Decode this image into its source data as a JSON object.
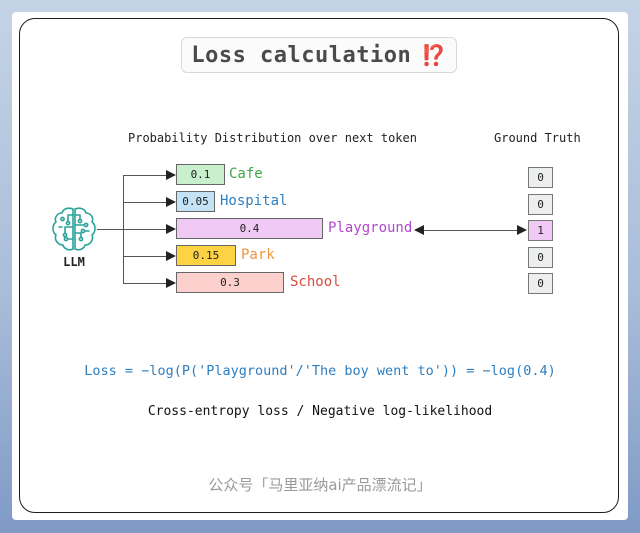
{
  "title": {
    "text": "Loss calculation",
    "emoji": "⁉️"
  },
  "headers": {
    "distribution": "Probability Distribution over next token",
    "ground_truth": "Ground Truth"
  },
  "model": {
    "label": "LLM",
    "icon": "brain-circuit-icon"
  },
  "tokens": [
    {
      "label": "Cafe",
      "prob": "0.1",
      "bar_color": "#c9f0cc",
      "text_color": "#3fa648",
      "gt": "0"
    },
    {
      "label": "Hospital",
      "prob": "0.05",
      "bar_color": "#c5e3f7",
      "text_color": "#2f80c0",
      "gt": "0"
    },
    {
      "label": "Playground",
      "prob": "0.4",
      "bar_color": "#f0c9f5",
      "text_color": "#b04ac8",
      "gt": "1"
    },
    {
      "label": "Park",
      "prob": "0.15",
      "bar_color": "#fdd344",
      "text_color": "#f0953a",
      "gt": "0"
    },
    {
      "label": "School",
      "prob": "0.3",
      "bar_color": "#fbd0cd",
      "text_color": "#d94a3e",
      "gt": "0"
    }
  ],
  "formula": "Loss = −log(P('Playground'/'The boy went to')) = −log(0.4)",
  "subtitle": "Cross-entropy loss / Negative log-likelihood",
  "watermark": "公众号「马里亚纳ai产品漂流记」",
  "colors": {
    "gt_highlight": "#f0c9f5",
    "gt_default": "#eceeef",
    "formula": "#2e7ec0",
    "llm_icon": "#2aa39a",
    "title_accent": "#e2562f"
  }
}
